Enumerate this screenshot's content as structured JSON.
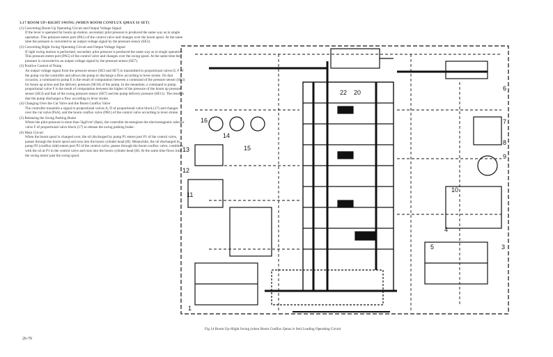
{
  "heading": "3.17 BOOM UP+RIGHT SWING (WHEN BOOM CONFLUX QMAX IS SET)",
  "sections": [
    {
      "num": "(1)",
      "title": "Converting Boom Up Operating Circuit and Output Voltage Signal",
      "body": "If the lever is operated for boom up motion, secondary pilot pressure is produced the same way as in single operation. This pressure enters port (PA1) of the control valve and changes over the boom spool. At the same time the pressure is converted to an output voltage signal by the pressure sensor (SE3)."
    },
    {
      "num": "(2)",
      "title": "Converting Right Swing Operating Circuit and Output Voltage Signal",
      "body": "If right swing motion is performed, secondary pilot pressure is produced the same way as in single operation. This pressure enters port (PA5) of the control valve and changes over the swing spool. At the same time the pressure is converted to an output voltage signal by the pressure sensor (SE7)."
    },
    {
      "num": "(3)",
      "title": "Positive Control of Pump",
      "body": "An output voltage signal from the pressure sensor (SE3 and SE7) is transmitted to proportional valves E, F of the pump via the controller and allows the pump to discharge a flow according to lever stroke. On that occasion, a command to pump E is the result of computation between a command of the pressure sensor (SE3) for boom up action and the delivery pressure (SE10) of the pump. In the meantime, a command to pump proportional valve F is the result of computation between the higher of the pressure of the boom up pressure sensor (SE3) and that of the swing pressure sensor (SE7) and the pump delivery pressure (SE11). The result is that the pump discharges a flow according to lever stroke."
    },
    {
      "num": "(4)",
      "title": "Changing Over the Cut Valve and the Boom Conflux Valve",
      "body": "The controller transmits a signal to proportional valves A, D of proportional valve block (17) and changes over the cut valve (PsA), and the boom conflux valve (PB1) of the control valve according to lever stroke."
    },
    {
      "num": "(5)",
      "title": "Releasing the Swing Parking Brake",
      "body": "Where the pilot pressure is more than 5kgf/cm² (8psi), the controller de-energizes the electromagnetic selector valve F of proportional valve block (17) to release the swing parking brake."
    },
    {
      "num": "(6)",
      "title": "Main Circuit",
      "body": "When the boom spool is changed over, the oil discharged by pump P1 enters port P1 of the control valve, passes through the boom spool and runs into the boom cylinder head (H). Meanwhile, the oil discharged by pump P2 (conflux side) enters port P2 of the control valve, passes through the boom conflux valve, combines with the oil at P1 in the control valve and runs into the boom cylinder head (H). At the same time flows into the swing motor past the swing spool."
    }
  ],
  "page_number": "26-70",
  "caption": "Fig 14 Boom Up+Right Swing (when Boom Conflux Qmax is Set) Loading Operating Circuit",
  "diagram_labels": {
    "l1": "1",
    "l3": "3",
    "l4": "4",
    "l5": "5",
    "l6": "6",
    "l7": "7",
    "l8": "8",
    "l9": "9",
    "l10": "10",
    "l11": "11",
    "l12": "12",
    "l13": "13",
    "l14": "14",
    "l15": "15",
    "l16": "16",
    "l20": "20",
    "l22": "22"
  }
}
